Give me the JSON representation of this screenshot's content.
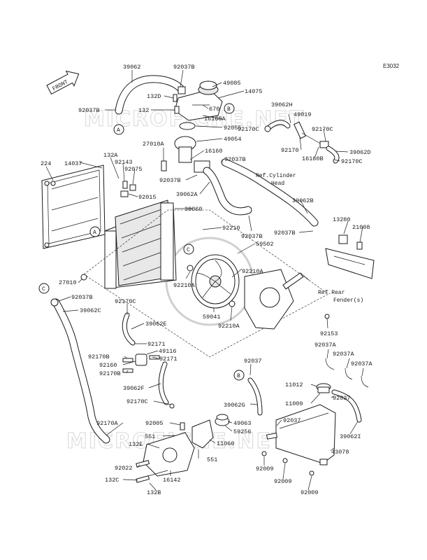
{
  "diagram_code": "E3032",
  "watermark_text": "MICROFICHE.NET",
  "front_label": "FRONT",
  "ref_markers": [
    "A",
    "B",
    "C"
  ],
  "notes": {
    "ref_cylinder": [
      "Ref.Cylinder",
      "Head"
    ],
    "ref_rear_fender": [
      "Ref.Rear",
      "Fender(s)"
    ]
  },
  "part_labels": [
    {
      "id": "l1",
      "text": "39062"
    },
    {
      "id": "l2",
      "text": "92037B"
    },
    {
      "id": "l3",
      "text": "49085"
    },
    {
      "id": "l4",
      "text": "14075"
    },
    {
      "id": "l5",
      "text": "132D"
    },
    {
      "id": "l6",
      "text": "132"
    },
    {
      "id": "l7",
      "text": "670"
    },
    {
      "id": "l8",
      "text": "16160A"
    },
    {
      "id": "l9",
      "text": "92037B"
    },
    {
      "id": "l10",
      "text": "92055"
    },
    {
      "id": "l11",
      "text": "49054"
    },
    {
      "id": "l12",
      "text": "39062H"
    },
    {
      "id": "l13",
      "text": "49019"
    },
    {
      "id": "l14",
      "text": "92170C"
    },
    {
      "id": "l15",
      "text": "92170C"
    },
    {
      "id": "l16",
      "text": "92170"
    },
    {
      "id": "l17",
      "text": "39062D"
    },
    {
      "id": "l18",
      "text": "16160B"
    },
    {
      "id": "l19",
      "text": "92170C"
    },
    {
      "id": "l20",
      "text": "27010A"
    },
    {
      "id": "l21",
      "text": "16160"
    },
    {
      "id": "l22",
      "text": "92037B"
    },
    {
      "id": "l23",
      "text": "224"
    },
    {
      "id": "l24",
      "text": "14037"
    },
    {
      "id": "l25",
      "text": "132A"
    },
    {
      "id": "l26",
      "text": "92143"
    },
    {
      "id": "l27",
      "text": "92075"
    },
    {
      "id": "l28",
      "text": "92037B"
    },
    {
      "id": "l29",
      "text": "39062A"
    },
    {
      "id": "l30",
      "text": "92015"
    },
    {
      "id": "l31",
      "text": "39060"
    },
    {
      "id": "l32",
      "text": "39062B"
    },
    {
      "id": "l33",
      "text": "13280"
    },
    {
      "id": "l34",
      "text": "21008"
    },
    {
      "id": "l35",
      "text": "92210"
    },
    {
      "id": "l36",
      "text": "92037B"
    },
    {
      "id": "l37",
      "text": "92037B"
    },
    {
      "id": "l38",
      "text": "59502"
    },
    {
      "id": "l39",
      "text": "92210A"
    },
    {
      "id": "l40",
      "text": "92210A"
    },
    {
      "id": "l41",
      "text": "27010"
    },
    {
      "id": "l42",
      "text": "92037B"
    },
    {
      "id": "l43",
      "text": "39062C"
    },
    {
      "id": "l44",
      "text": "59041"
    },
    {
      "id": "l45",
      "text": "92210A"
    },
    {
      "id": "l46",
      "text": "92170C"
    },
    {
      "id": "l47",
      "text": "39062E"
    },
    {
      "id": "l48",
      "text": "92153"
    },
    {
      "id": "l49",
      "text": "92171"
    },
    {
      "id": "l50",
      "text": "49116"
    },
    {
      "id": "l51",
      "text": "92170B"
    },
    {
      "id": "l52",
      "text": "92171"
    },
    {
      "id": "l53",
      "text": "92160"
    },
    {
      "id": "l54",
      "text": "92170B"
    },
    {
      "id": "l55",
      "text": "92037A"
    },
    {
      "id": "l56",
      "text": "92037A"
    },
    {
      "id": "l57",
      "text": "92037A"
    },
    {
      "id": "l58",
      "text": "92037"
    },
    {
      "id": "l59",
      "text": "39062F"
    },
    {
      "id": "l60",
      "text": "92170C"
    },
    {
      "id": "l61",
      "text": "11012"
    },
    {
      "id": "l62",
      "text": "11009"
    },
    {
      "id": "l63",
      "text": "92037"
    },
    {
      "id": "l64",
      "text": "39062G"
    },
    {
      "id": "l65",
      "text": "92170A"
    },
    {
      "id": "l66",
      "text": "92005"
    },
    {
      "id": "l67",
      "text": "49063"
    },
    {
      "id": "l68",
      "text": "92037"
    },
    {
      "id": "l69",
      "text": "39062I"
    },
    {
      "id": "l70",
      "text": "551"
    },
    {
      "id": "l71",
      "text": "59256"
    },
    {
      "id": "l72",
      "text": "132E"
    },
    {
      "id": "l73",
      "text": "11060"
    },
    {
      "id": "l74",
      "text": "43078"
    },
    {
      "id": "l75",
      "text": "551"
    },
    {
      "id": "l76",
      "text": "92022"
    },
    {
      "id": "l77",
      "text": "92009"
    },
    {
      "id": "l78",
      "text": "132C"
    },
    {
      "id": "l79",
      "text": "16142"
    },
    {
      "id": "l80",
      "text": "92009"
    },
    {
      "id": "l81",
      "text": "132B"
    },
    {
      "id": "l82",
      "text": "92009"
    }
  ]
}
